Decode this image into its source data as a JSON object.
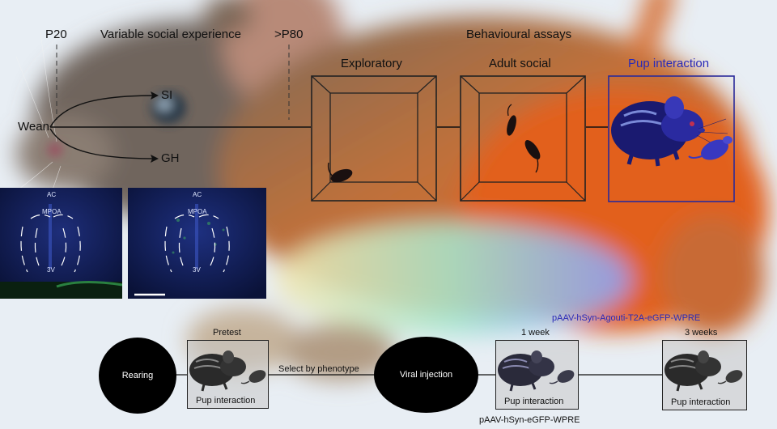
{
  "timeline": {
    "start_label": "P20",
    "experience_label": "Variable social experience",
    "end_label": ">P80",
    "wean_label": "Wean",
    "si_label": "SI",
    "gh_label": "GH"
  },
  "assays": {
    "title": "Behavioural assays",
    "exploratory": "Exploratory",
    "adult_social": "Adult social",
    "pup_interaction": "Pup interaction"
  },
  "brain_panels": {
    "labels": [
      "AC",
      "MPOA",
      "3V"
    ]
  },
  "workflow": {
    "rearing": "Rearing",
    "pretest": "Pretest",
    "pup_interaction": "Pup interaction",
    "select": "Select by phenotype",
    "viral": "Viral injection",
    "agouti_construct": "pAAV-hSyn-Agouti-T2A-eGFP-WPRE",
    "egfp_construct": "pAAV-hSyn-eGFP-WPRE",
    "week1": "1 week",
    "week3": "3 weeks"
  },
  "colors": {
    "accent_blue": "#2a2ab8",
    "panel_bg": "#0b1340",
    "mouse_orange": "#e0702a"
  }
}
